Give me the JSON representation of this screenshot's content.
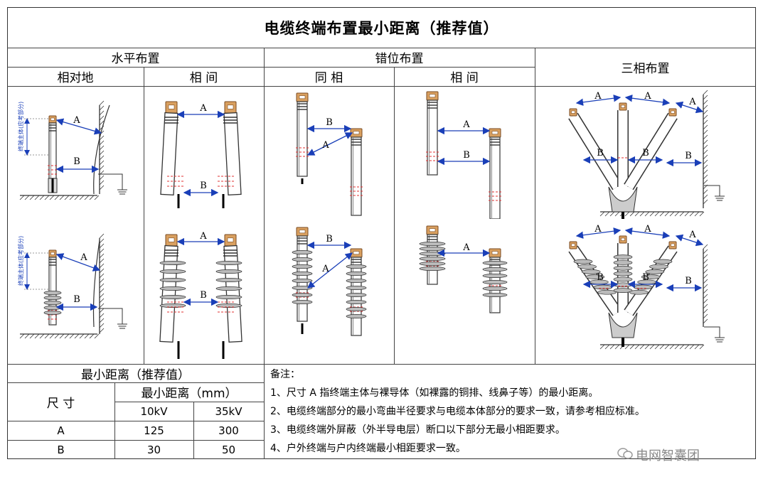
{
  "title": "电缆终端布置最小距离（推荐值）",
  "headers": {
    "horizontal": "水平布置",
    "staggered": "错位布置",
    "three_phase": "三相布置",
    "phase_to_ground": "相对地",
    "phase_to_phase_h": "相 间",
    "same_phase": "同 相",
    "phase_to_phase_s": "相 间"
  },
  "diagram_labels": {
    "A": "A",
    "B": "B",
    "vertical_note": "终端主体(应考部分)"
  },
  "min_table": {
    "title": "最小距离（推荐值）",
    "size_label": "尺 寸",
    "min_dist_label": "最小距离（mm）",
    "col_10kv": "10kV",
    "col_35kv": "35kV",
    "rows": [
      {
        "label": "A",
        "v10": "125",
        "v35": "300"
      },
      {
        "label": "B",
        "v10": "30",
        "v35": "50"
      }
    ]
  },
  "notes": {
    "heading": "备注：",
    "items": [
      "1、尺寸 A 指终端主体与裸导体（如裸露的铜排、线鼻子等）的最小距离。",
      "2、电缆终端部分的最小弯曲半径要求与电缆本体部分的要求一致，请参考相应标准。",
      "3、电缆终端外屏蔽（外半导电层）断口以下部分无最小相距要求。",
      "4、户外终端与户内终端最小相距要求一致。"
    ]
  },
  "watermark": "电网智囊团",
  "colors": {
    "lug": "#d9a060",
    "arrow": "#1a3fb8",
    "dash": "#e23030",
    "line": "#444444"
  }
}
